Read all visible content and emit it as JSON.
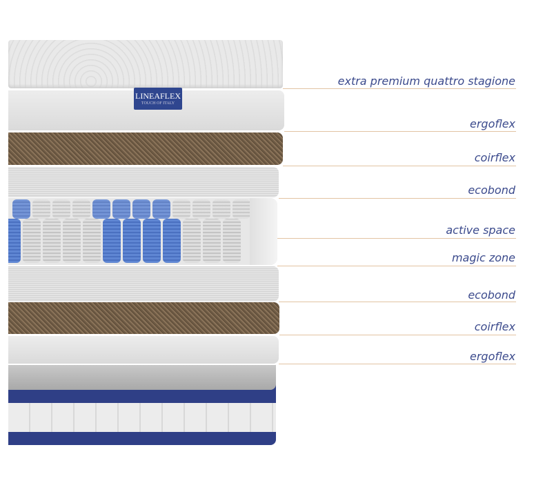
{
  "brand": {
    "logo_text": "LINEAFLEX",
    "logo_subtext": "TOUCH OF ITALY"
  },
  "layers": [
    {
      "label": "extra premium quattro stagione"
    },
    {
      "label": "ergoflex"
    },
    {
      "label": "coirflex"
    },
    {
      "label": "ecobond"
    },
    {
      "label": "active space"
    },
    {
      "label": "magic zone"
    },
    {
      "label": "ecobond"
    },
    {
      "label": "coirflex"
    },
    {
      "label": "ergoflex"
    }
  ],
  "colors": {
    "label": "#3b4a8c",
    "leader_line": "#e2c3a2",
    "navy": "#2f3f86",
    "spring_blue": "#5578c8"
  }
}
